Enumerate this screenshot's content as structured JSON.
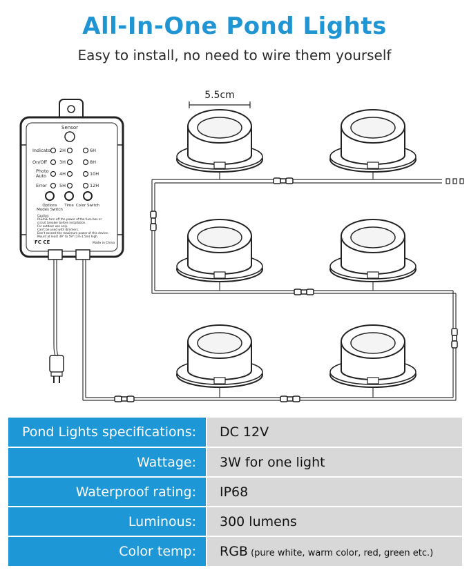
{
  "header": {
    "title": "All-In-One Pond Lights",
    "subtitle": "Easy to install, no need to wire them yourself"
  },
  "diagram": {
    "dimension_label": "5.5cm",
    "controller": {
      "sensor_label": "Sensor",
      "rows": [
        {
          "label": "Indicator",
          "left": "2H",
          "right": "6H"
        },
        {
          "label": "On/Off",
          "left": "3H",
          "right": "8H"
        },
        {
          "label": "Photo Auto",
          "left": "4H",
          "right": "10H"
        },
        {
          "label": "Error",
          "left": "5H",
          "right": "12H"
        }
      ],
      "buttons": [
        "Options Modes Switch",
        "Time",
        "Color Switch"
      ],
      "caution_title": "Caution:",
      "caution_lines": [
        "PLEASE turn off the power of the fuse box or",
        "circuit breaker before installation.",
        "For outdoor use only.",
        "Can't be used with dimmers.",
        "Don't exceed the maximum power of this device.",
        "Mount at least 39\" to 59\" (1m-1.5m) high."
      ],
      "marks": "FC CE",
      "made_in": "Made in China"
    }
  },
  "specs": [
    {
      "key": "Pond Lights specifications:",
      "value": "DC 12V",
      "note": ""
    },
    {
      "key": "Wattage:",
      "value": "3W for one light",
      "note": ""
    },
    {
      "key": "Waterproof rating:",
      "value": "IP68",
      "note": ""
    },
    {
      "key": "Luminous:",
      "value": "300 lumens",
      "note": ""
    },
    {
      "key": "Color temp:",
      "value": "RGB",
      "note": " (pure white, warm color, red, green etc.)"
    }
  ]
}
